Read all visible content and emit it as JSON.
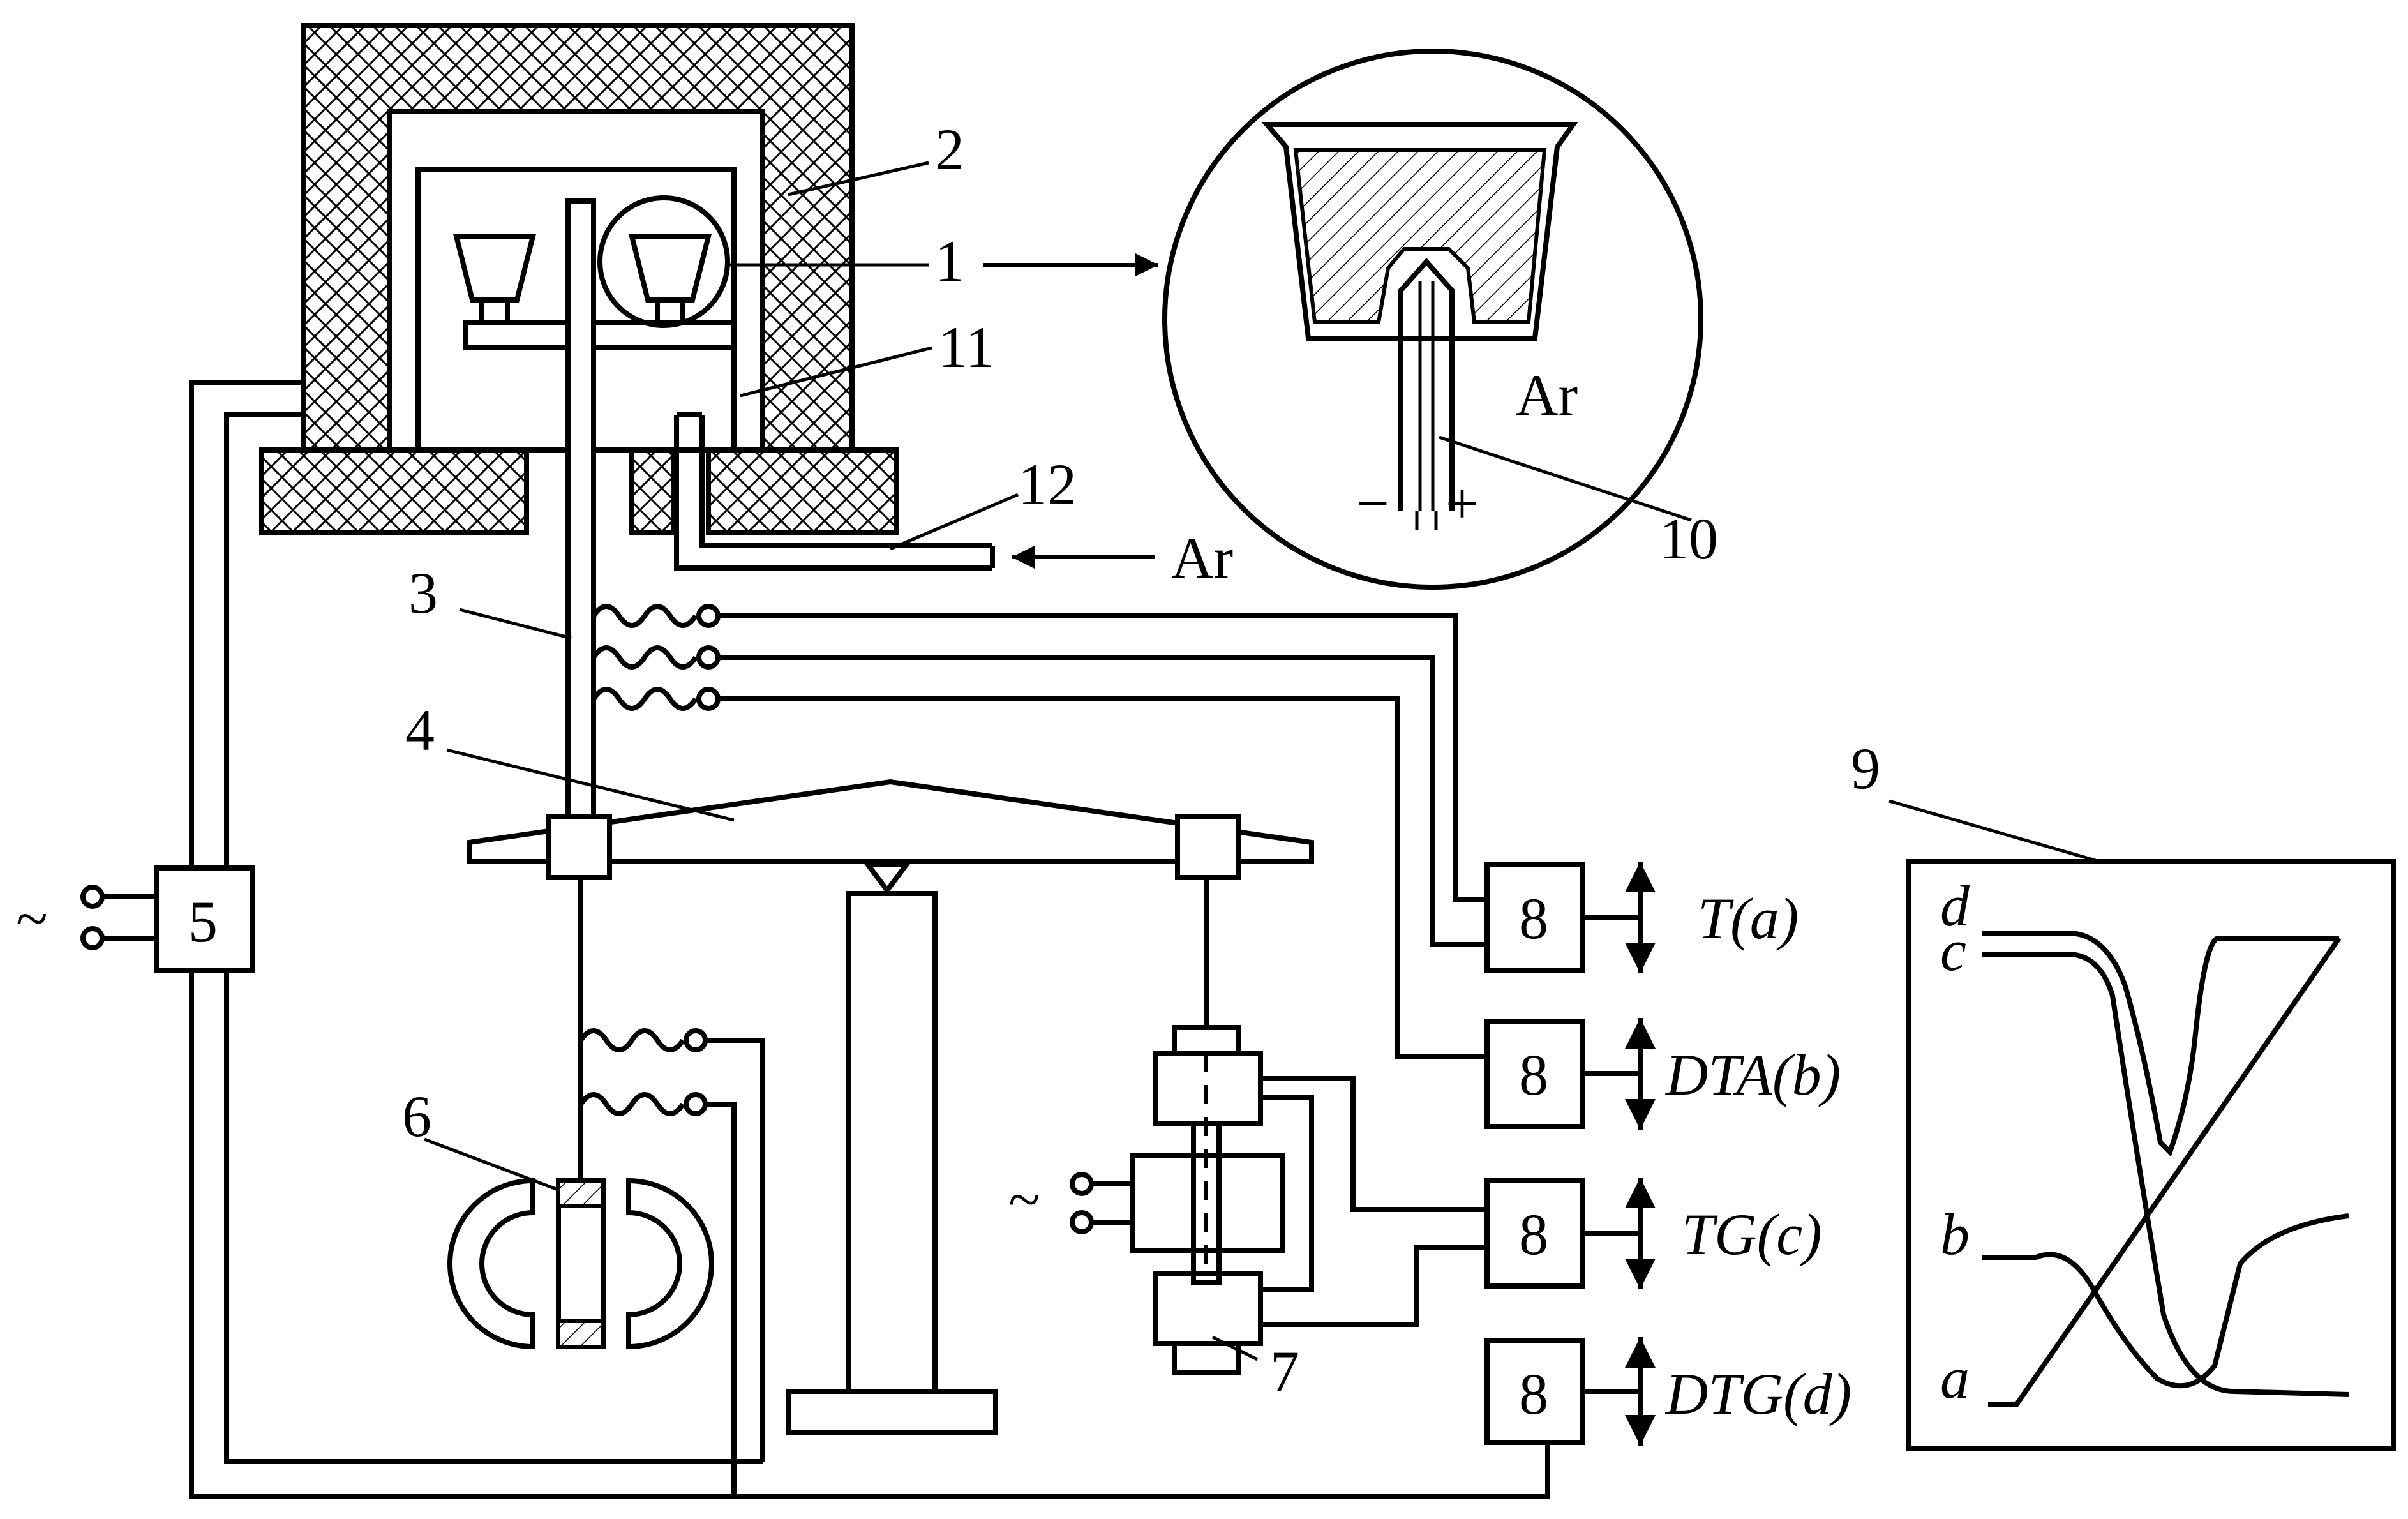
{
  "labels": {
    "n1": "1",
    "n2": "2",
    "n3": "3",
    "n4": "4",
    "n5": "5",
    "n6": "6",
    "n7": "7",
    "n9": "9",
    "n10": "10",
    "n11": "11",
    "n12": "12",
    "ar_inlet": "Ar",
    "ar_inset": "Ar",
    "minus": "−",
    "plus": "+",
    "ac": "~"
  },
  "amplifiers": [
    {
      "num": "8",
      "signal": "T(a)"
    },
    {
      "num": "8",
      "signal": "DTA(b)"
    },
    {
      "num": "8",
      "signal": "TG(c)"
    },
    {
      "num": "8",
      "signal": "DTG(d)"
    }
  ],
  "curve_labels": {
    "a": "a",
    "b": "b",
    "c": "c",
    "d": "d"
  }
}
